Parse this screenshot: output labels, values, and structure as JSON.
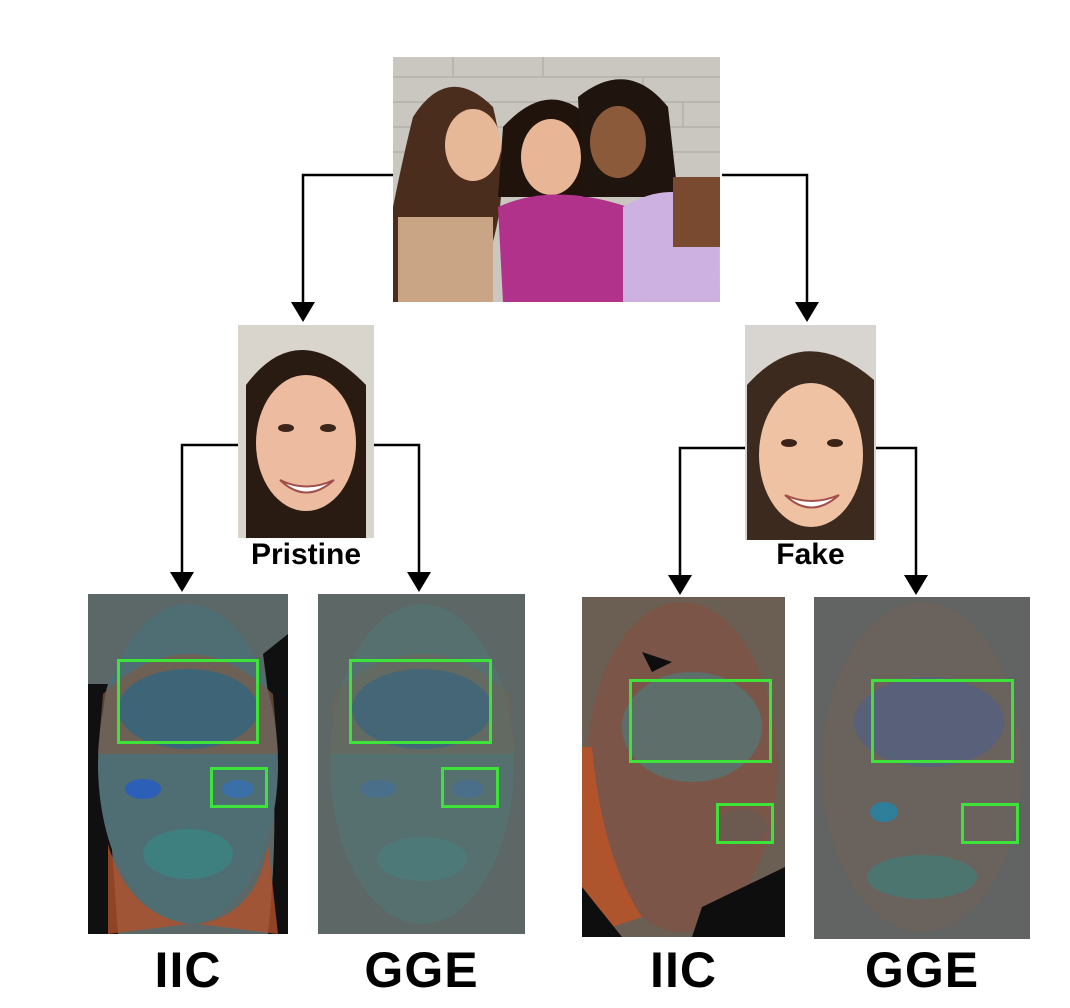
{
  "labels": {
    "pristine": "Pristine",
    "fake": "Fake",
    "map_left_1": "IIC",
    "map_left_2": "GGE",
    "map_right_1": "IIC",
    "map_right_2": "GGE"
  },
  "colors": {
    "arrow": "#000000",
    "highlight_box": "#3ee33a",
    "map_base": "#5b6867"
  },
  "icons": {
    "photo_group": "group-photo",
    "face_pristine": "face-photo",
    "face_fake": "face-photo"
  }
}
